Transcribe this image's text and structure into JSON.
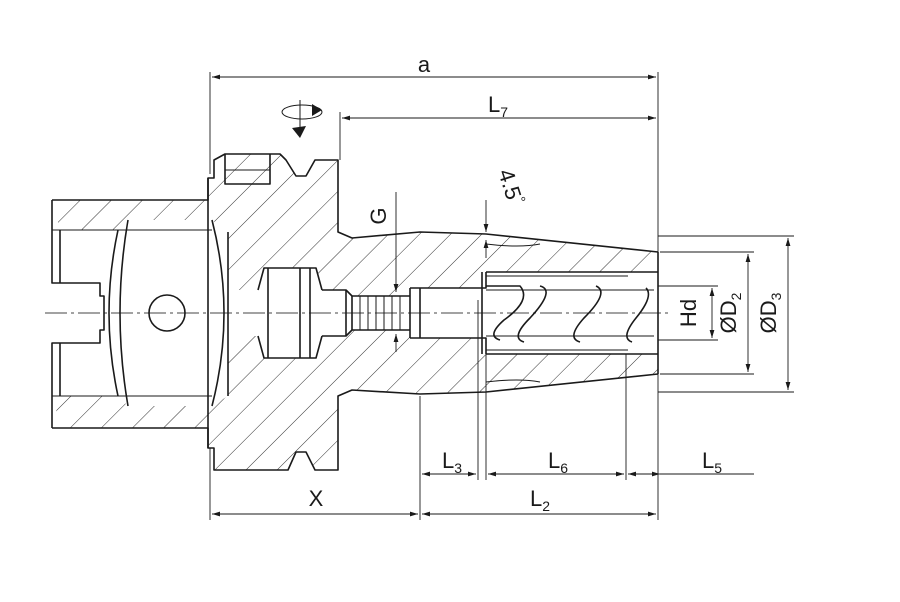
{
  "labels": {
    "a": "a",
    "l7": "L",
    "l7_sub": "7",
    "g": "G",
    "angle_a": "4.5",
    "angle_deg": "°",
    "hd": "Hd",
    "d2": "ØD",
    "d2_sub": "2",
    "d3": "ØD",
    "d3_sub": "3",
    "l3": "L",
    "l3_sub": "3",
    "l6": "L",
    "l6_sub": "6",
    "l5": "L",
    "l5_sub": "5",
    "x": "X",
    "l2": "L",
    "l2_sub": "2"
  },
  "colors": {
    "line": "#1a1a1a",
    "background": "#ffffff"
  },
  "icons": {
    "rotation": "rotation-direction-icon"
  }
}
